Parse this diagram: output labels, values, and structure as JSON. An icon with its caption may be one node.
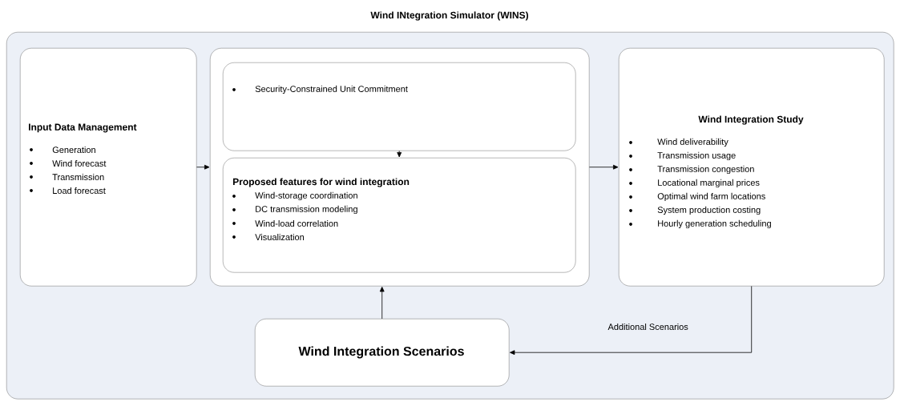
{
  "diagram": {
    "nodes": [
      {
        "text": [
          "Wind INtegration Simulator (WINS)"
        ]
      },
      {
        "text": [
          "Input Data Management",
          "Generation",
          "Wind forecast",
          "Transmission",
          "Load forecast"
        ],
        "in": 0
      },
      {
        "text": [],
        "shape": "box",
        "in": 0
      },
      {
        "text": [
          "Security-Constrained Unit Commitment"
        ],
        "in": 2
      },
      {
        "text": [
          "Proposed features for wind integration",
          "Wind-storage coordination",
          "DC transmission modeling",
          "Wind-load correlation",
          "Visualization"
        ],
        "in": 2
      },
      {
        "text": [
          "Wind Integration Study",
          "Wind deliverability",
          "Transmission usage",
          "Transmission congestion",
          "Locational marginal prices",
          "Optimal wind farm locations",
          "System production costing",
          "Hourly generation scheduling"
        ],
        "in": 0
      },
      {
        "text": [
          "Wind Integration Scenarios"
        ],
        "in": 0
      }
    ],
    "edges": [
      {
        "from": 1,
        "to": 2,
        "arrow": "to"
      },
      {
        "from": 3,
        "to": 4,
        "arrow": "to"
      },
      {
        "from": 2,
        "to": 5,
        "arrow": "to"
      },
      {
        "from": 6,
        "to": 2,
        "arrow": "to"
      },
      {
        "from": 5,
        "to": 6,
        "arrow": "to",
        "label": "Additional Scenarios"
      }
    ]
  }
}
